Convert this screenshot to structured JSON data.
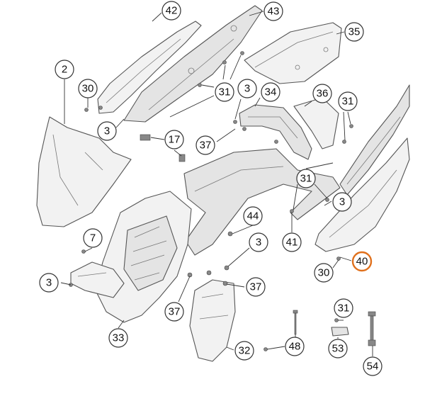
{
  "diagram": {
    "highlight_color": "#e0701c",
    "callouts": [
      {
        "id": "c42",
        "label": "42"
      },
      {
        "id": "c43",
        "label": "43"
      },
      {
        "id": "c35",
        "label": "35"
      },
      {
        "id": "c2",
        "label": "2"
      },
      {
        "id": "c30a",
        "label": "30"
      },
      {
        "id": "c31a",
        "label": "31"
      },
      {
        "id": "c3a",
        "label": "3"
      },
      {
        "id": "c34",
        "label": "34"
      },
      {
        "id": "c36",
        "label": "36"
      },
      {
        "id": "c31b",
        "label": "31"
      },
      {
        "id": "c3b",
        "label": "3"
      },
      {
        "id": "c17",
        "label": "17"
      },
      {
        "id": "c37a",
        "label": "37"
      },
      {
        "id": "c31c",
        "label": "31"
      },
      {
        "id": "c3c",
        "label": "3"
      },
      {
        "id": "c44",
        "label": "44"
      },
      {
        "id": "c7",
        "label": "7"
      },
      {
        "id": "c3d",
        "label": "3"
      },
      {
        "id": "c41",
        "label": "41"
      },
      {
        "id": "c40",
        "label": "40",
        "highlight": true
      },
      {
        "id": "c30b",
        "label": "30"
      },
      {
        "id": "c3e",
        "label": "3"
      },
      {
        "id": "c37b",
        "label": "37"
      },
      {
        "id": "c37c",
        "label": "37"
      },
      {
        "id": "c31d",
        "label": "31"
      },
      {
        "id": "c33",
        "label": "33"
      },
      {
        "id": "c32",
        "label": "32"
      },
      {
        "id": "c48",
        "label": "48"
      },
      {
        "id": "c53",
        "label": "53"
      },
      {
        "id": "c54",
        "label": "54"
      }
    ]
  }
}
